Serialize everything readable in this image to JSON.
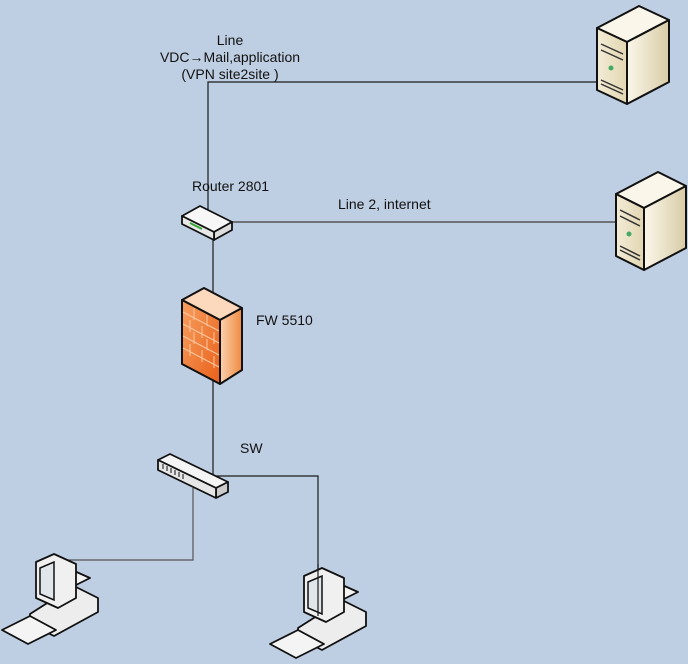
{
  "diagram": {
    "title_lines": [
      "Line",
      "VDC→Mail,application",
      "(VPN site2site )"
    ],
    "nodes": {
      "router": {
        "label": "Router 2801",
        "icon": "router-icon"
      },
      "firewall": {
        "label": "FW 5510",
        "icon": "firewall-icon"
      },
      "switch": {
        "label": "SW",
        "icon": "switch-icon"
      },
      "server_vdc": {
        "label": "",
        "icon": "server-icon"
      },
      "server_internet": {
        "label": "",
        "icon": "server-icon"
      },
      "pc_left": {
        "label": "",
        "icon": "workstation-icon"
      },
      "pc_right": {
        "label": "",
        "icon": "workstation-icon"
      }
    },
    "links": [
      {
        "from": "router",
        "to": "server_vdc",
        "label": ""
      },
      {
        "from": "router",
        "to": "server_internet",
        "label": "Line 2, internet"
      },
      {
        "from": "router",
        "to": "firewall",
        "label": ""
      },
      {
        "from": "firewall",
        "to": "switch",
        "label": ""
      },
      {
        "from": "switch",
        "to": "pc_left",
        "label": ""
      },
      {
        "from": "switch",
        "to": "pc_right",
        "label": ""
      }
    ],
    "colors": {
      "background": "#bfcfe3",
      "line": "#1a1a1a",
      "firewall": "#f07a2a",
      "server": "#efe6cc",
      "device": "#f2f2f2"
    }
  }
}
